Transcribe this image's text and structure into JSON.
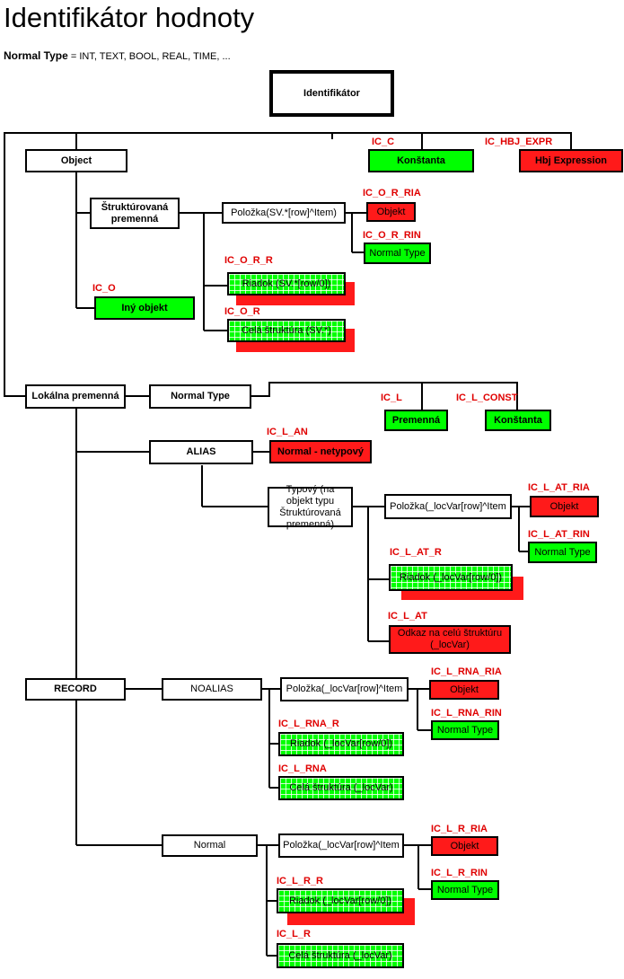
{
  "title": "Identifikátor hodnoty",
  "normal_type_label": "Normal Type",
  "normal_type_values": "= INT, TEXT, BOOL, REAL, TIME, ...",
  "boxes": {
    "identifikator": "Identifikátor",
    "object": "Object",
    "konstanta": "Konštanta",
    "hbj_expression": "Hbj Expression",
    "strukturovana": "Štruktúrovaná premenná",
    "o_polozka": "Položka(SV.*[row]^Item)",
    "o_objekt": "Objekt",
    "o_normal_type": "Normal Type",
    "o_riadok": "Riadok (SV.*[row/0])",
    "iny_objekt": "Iný objekt",
    "o_cela": "Celá štruktúra (SV.*)",
    "lokalna": "Lokálna premenná",
    "l_normal_type": "Normal Type",
    "premenna": "Premenná",
    "l_konstanta": "Konštanta",
    "alias": "ALIAS",
    "netypovy": "Normal - netypový",
    "typovy": "Typový (na objekt typu Štruktúrovaná premenná)",
    "at_polozka": "Položka(_locVar[row]^Item",
    "at_objekt": "Objekt",
    "at_normal_type": "Normal Type",
    "at_riadok": "Riadok (_locVar[row/0])",
    "at_odkaz": "Odkaz na celú štruktúru (_locVar)",
    "record": "RECORD",
    "noalias": "NOALIAS",
    "rna_polozka": "Položka(_locVar[row]^Item",
    "rna_objekt": "Objekt",
    "rna_normal_type": "Normal Type",
    "rna_riadok": "Riadok (_locVar[row/0])",
    "rna_cela": "Celá štruktúra (_locVar)",
    "normal": "Normal",
    "r_polozka": "Položka(_locVar[row]^Item",
    "r_objekt": "Objekt",
    "r_normal_type": "Normal Type",
    "r_riadok": "Riadok (_locVar[row/0])",
    "r_cela": "Celá štruktúra (_locVar)"
  },
  "codes": {
    "ic_c": "IC_C",
    "ic_hbj_expr": "IC_HBJ_EXPR",
    "ic_o_r_ria": "IC_O_R_RIA",
    "ic_o_r_rin": "IC_O_R_RIN",
    "ic_o_r_r": "IC_O_R_R",
    "ic_o": "IC_O",
    "ic_o_r": "IC_O_R",
    "ic_l": "IC_L",
    "ic_l_const": "IC_L_CONST",
    "ic_l_an": "IC_L_AN",
    "ic_l_at_ria": "IC_L_AT_RIA",
    "ic_l_at_rin": "IC_L_AT_RIN",
    "ic_l_at_r": "IC_L_AT_R",
    "ic_l_at": "IC_L_AT",
    "ic_l_rna_ria": "IC_L_RNA_RIA",
    "ic_l_rna_rin": "IC_L_RNA_RIN",
    "ic_l_rna_r": "IC_L_RNA_R",
    "ic_l_rna": "IC_L_RNA",
    "ic_l_r_ria": "IC_L_R_RIA",
    "ic_l_r_rin": "IC_L_R_RIN",
    "ic_l_r_r": "IC_L_R_R",
    "ic_l_r": "IC_L_R"
  },
  "colors": {
    "green": "#00ff00",
    "red": "#ff1a1a",
    "code": "#e00000"
  }
}
